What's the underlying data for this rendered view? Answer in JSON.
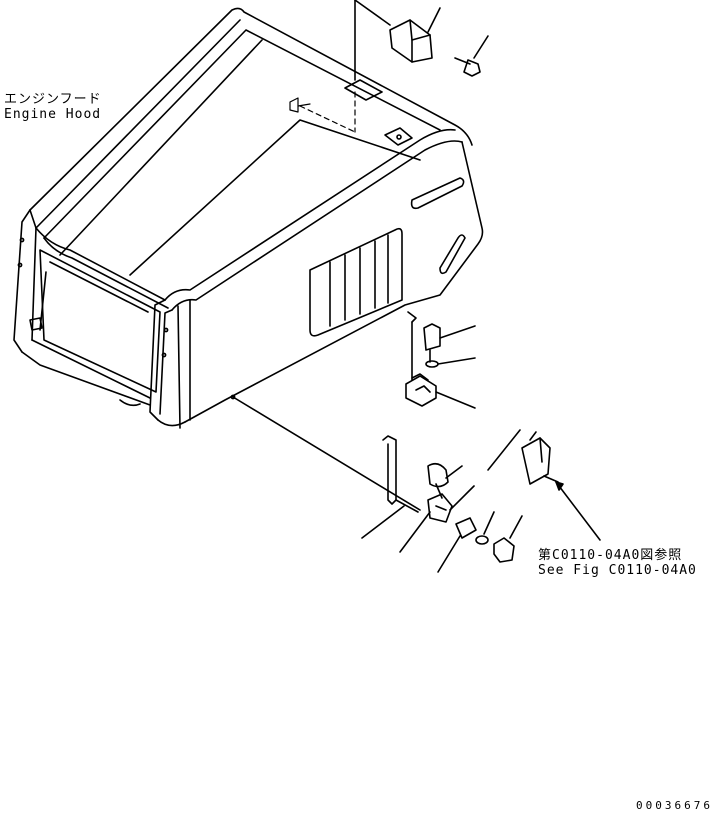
{
  "hood_label": {
    "jp": "エンジンフード",
    "en": "Engine Hood"
  },
  "reference_label": {
    "jp": "第C0110-04A0図参照",
    "en": "See Fig C0110-04A0"
  },
  "drawing_number": "00036676",
  "colors": {
    "ink": "#000000",
    "paper": "#ffffff"
  }
}
